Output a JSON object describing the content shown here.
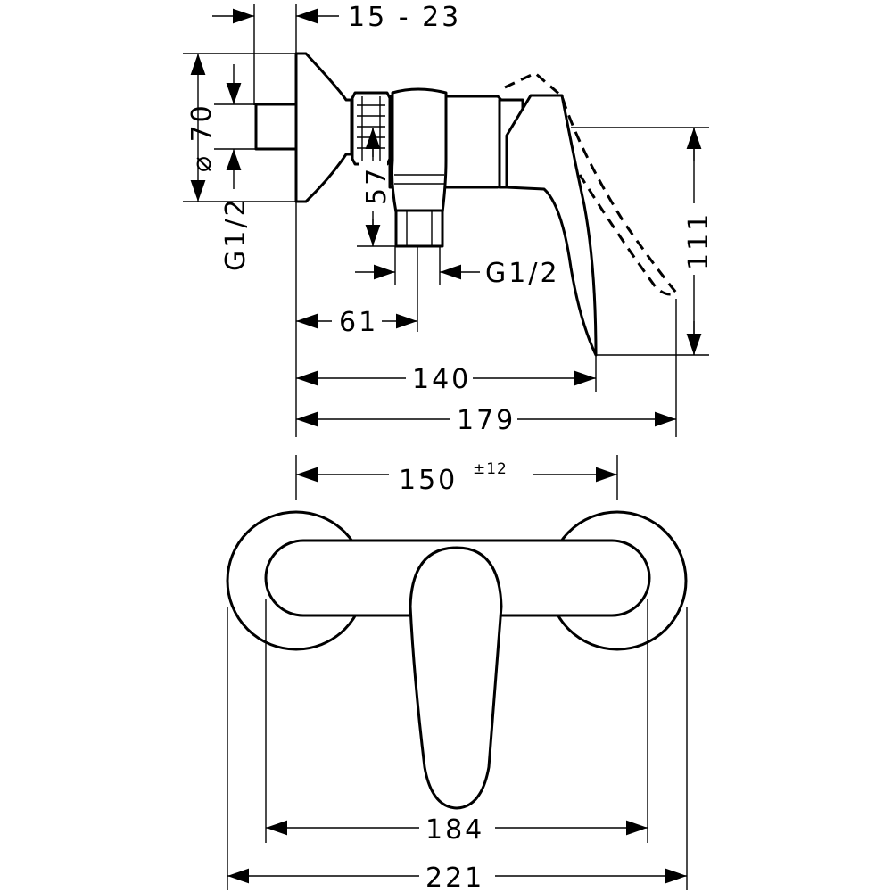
{
  "dimensions": {
    "projection": "15 - 23",
    "flange_diameter": "⌀ 70",
    "height_57": "57",
    "thread_left": "G1/2",
    "thread_bottom": "G1/2",
    "lever_height": "111",
    "depth_61": "61",
    "depth_140": "140",
    "depth_179": "179",
    "centre_distance": "150",
    "centre_tolerance": "±12",
    "width_184": "184",
    "width_221": "221"
  }
}
